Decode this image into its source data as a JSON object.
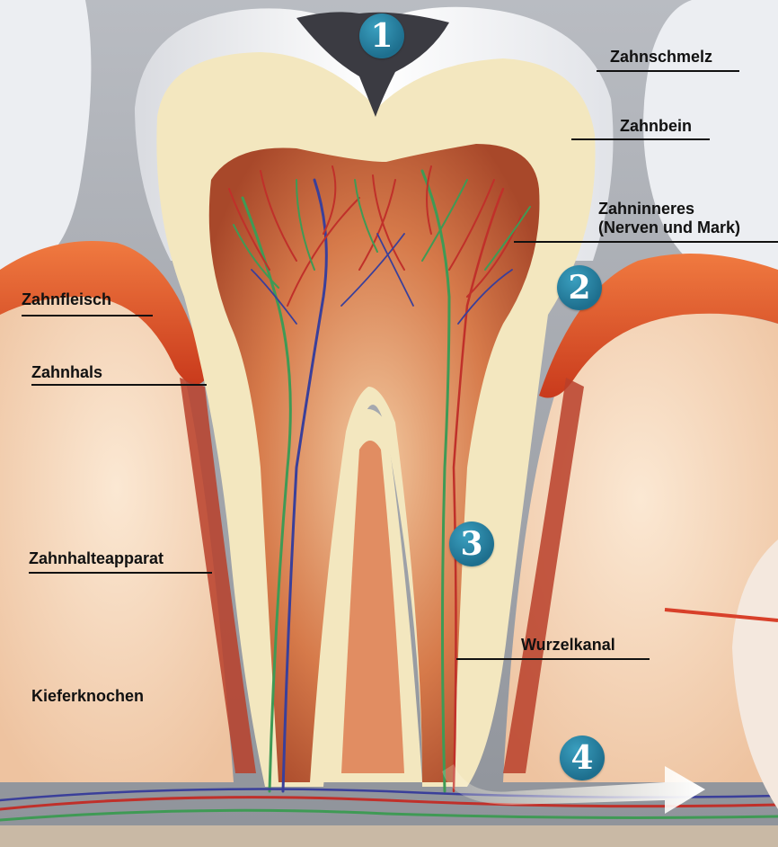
{
  "labels": {
    "zahnschmelz": "Zahnschmelz",
    "zahnbein": "Zahnbein",
    "zahninneres_line1": "Zahninneres",
    "zahninneres_line2": "(Nerven und Mark)",
    "zahnfleisch": "Zahnfleisch",
    "zahnhals": "Zahnhals",
    "zahnhalteapparat": "Zahnhalteapparat",
    "wurzelkanal": "Wurzelkanal",
    "kieferknochen": "Kieferknochen"
  },
  "markers": [
    "1",
    "2",
    "3",
    "4"
  ],
  "colors": {
    "enamel": "#f4f4f6",
    "dentin": "#f3e7bf",
    "pulp": "#c9643a",
    "gum": "#e8502a",
    "bone": "#f4d8bc",
    "nerve_red": "#c0302a",
    "nerve_green": "#3f9a55",
    "nerve_blue": "#3a3f9a",
    "marker": "#2b86a8",
    "caries": "#3b3b42"
  }
}
